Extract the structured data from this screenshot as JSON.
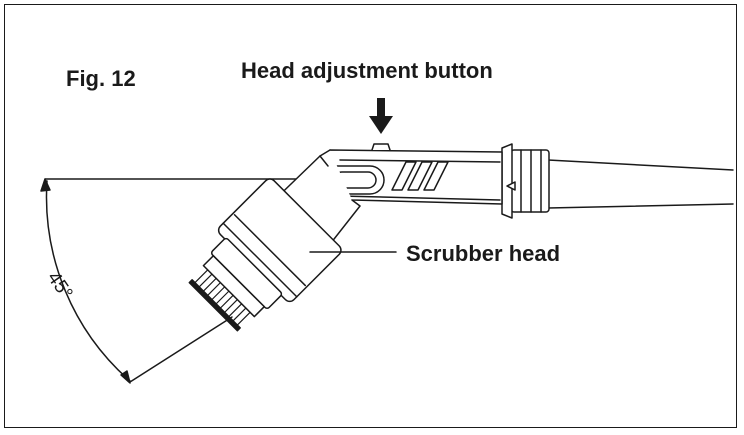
{
  "figure": {
    "number_label": "Fig. 12",
    "callouts": {
      "head_adjustment_button": "Head adjustment button",
      "scrubber_head": "Scrubber head"
    },
    "angle_label": "45°"
  }
}
